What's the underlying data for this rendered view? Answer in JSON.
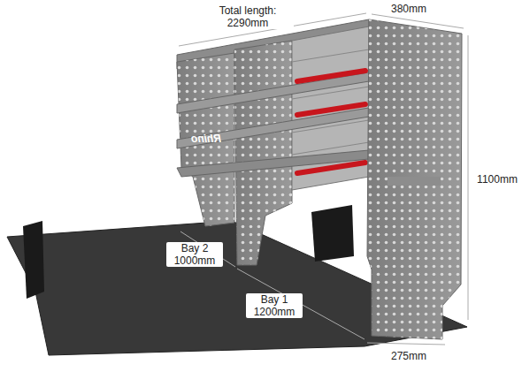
{
  "diagram": {
    "labels": [
      "Total length: 2290mm",
      "380mm",
      "1100mm",
      "Rhino",
      "Bay 2 1000mm",
      "Bay 1 1200mm",
      "275mm"
    ]
  }
}
